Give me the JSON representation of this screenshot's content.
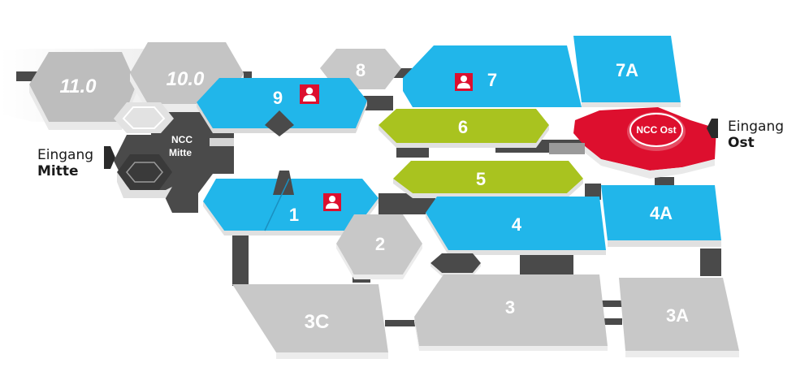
{
  "halls": {
    "h11_0": "11.0",
    "h10_0": "10.0",
    "h9": "9",
    "h8": "8",
    "h7": "7",
    "h7A": "7A",
    "h6": "6",
    "h5": "5",
    "h4": "4",
    "h4A": "4A",
    "h1": "1",
    "h2": "2",
    "h3": "3",
    "h3A": "3A",
    "h3C": "3C"
  },
  "ncc_mitte": {
    "line1": "NCC",
    "line2": "Mitte"
  },
  "ncc_ost": "NCC Ost",
  "entrance_mitte": {
    "line1": "Eingang",
    "line2": "Mitte"
  },
  "entrance_ost": {
    "line1": "Eingang",
    "line2": "Ost"
  },
  "colors": {
    "blue": "#21b6ea",
    "green": "#a9c31f",
    "grey": "#c8c8c8",
    "dark": "#4a4a4a",
    "red": "#dd0f2e"
  },
  "icons": [
    "person-icon",
    "person-icon",
    "person-icon"
  ]
}
